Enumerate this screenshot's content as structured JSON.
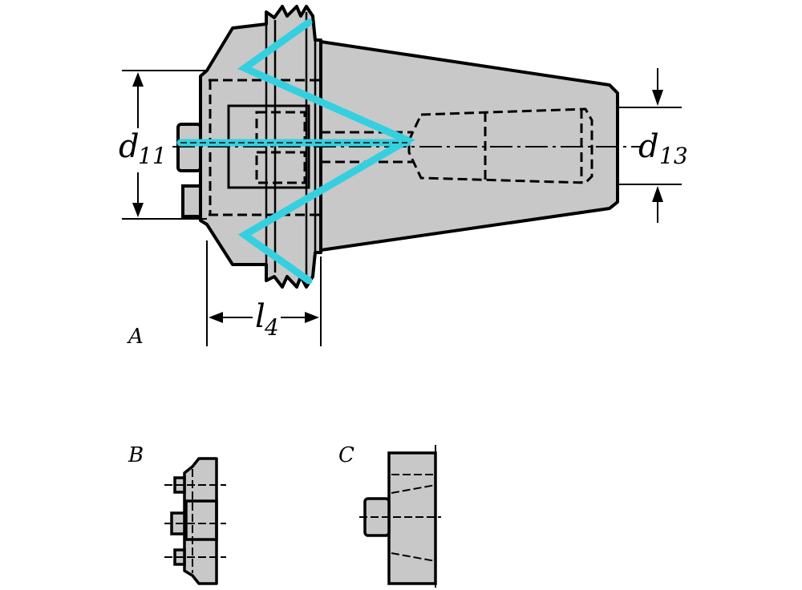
{
  "labels": {
    "d11": "d",
    "d11_sub": "11",
    "d13": "d",
    "d13_sub": "13",
    "l4": "l",
    "l4_sub": "4",
    "view_a": "A",
    "view_b": "B",
    "view_c": "C"
  },
  "colors": {
    "body_fill": "#c8c8c8",
    "outline": "#000000",
    "coolant": "#35d0e0",
    "background": "#ffffff"
  }
}
